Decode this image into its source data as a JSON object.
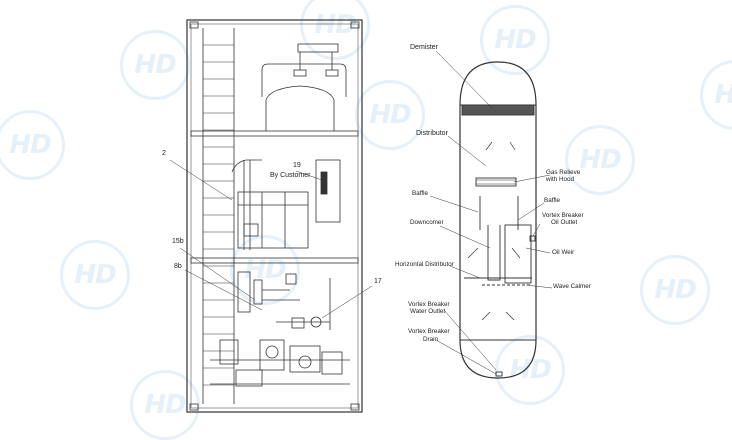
{
  "left_drawing": {
    "callouts": {
      "c2": "2",
      "c15b": "15b",
      "c8b": "8b",
      "c17": "17",
      "c19": "19",
      "by_customer": "By Customer"
    }
  },
  "right_drawing": {
    "labels": {
      "demister": "Demister",
      "distributor": "Distributor",
      "gas_relieve_1": "Gas Relieve",
      "gas_relieve_2": "with Hood",
      "baffle_left": "Baffle",
      "baffle_right": "Baffle",
      "downcomer": "Downcomer",
      "vortex_oil_1": "Vortex Breaker",
      "vortex_oil_2": "Oil Outlet",
      "oil_weir": "Oil Weir",
      "horizontal_distributor": "Horizontal Distributor",
      "wave_calmer": "Wave Calmer",
      "vortex_water_1": "Vortex Breaker",
      "vortex_water_2": "Water Outlet",
      "vortex_drain_1": "Vortex Breaker",
      "vortex_drain_2": "Drain"
    }
  },
  "watermark": {
    "text": "HD",
    "color": "#6aa7d8"
  }
}
